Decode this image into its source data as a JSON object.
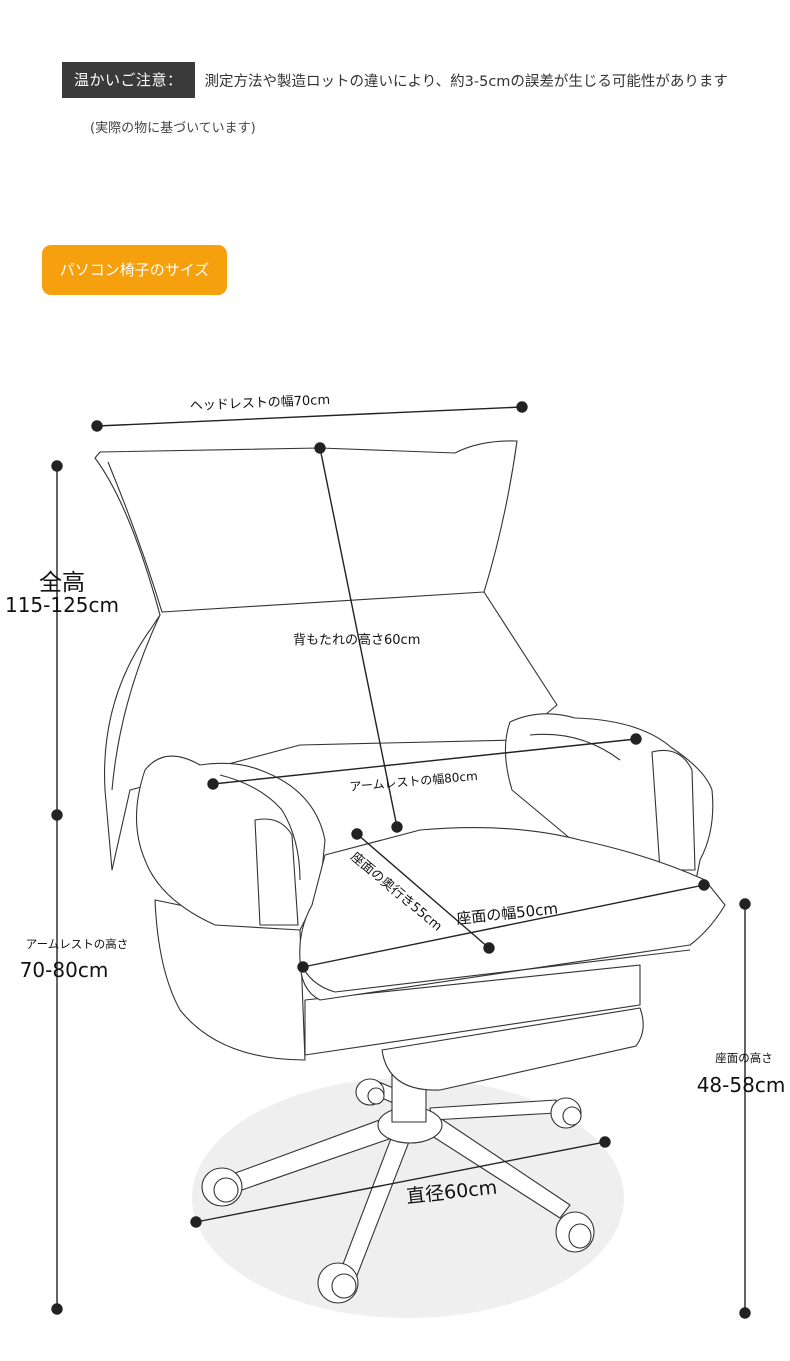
{
  "notice": {
    "tag": "温かいご注意：",
    "text": "測定方法や製造ロットの違いにより、約3-5cmの誤差が生じる可能性があります",
    "sub": "(実際の物に基づいています)"
  },
  "section": {
    "title": "パソコン椅子のサイズ"
  },
  "dimensions": {
    "headrest_width": "ヘッドレストの幅70cm",
    "total_height_title": "全高",
    "total_height_value": "115-125cm",
    "backrest_height": "背もたれの高さ60cm",
    "armrest_width": "アームレストの幅80cm",
    "seat_depth": "座面の奥行き55cm",
    "seat_width": "座面の幅50cm",
    "armrest_height_title": "アームレストの高さ",
    "armrest_height_value": "70-80cm",
    "seat_height_title": "座面の高さ",
    "seat_height_value": "48-58cm",
    "base_diameter": "直径60cm"
  },
  "colors": {
    "accent": "#f5a00c",
    "notice_bg": "#3a3a3a",
    "floor_shadow": "#eeeeee"
  }
}
